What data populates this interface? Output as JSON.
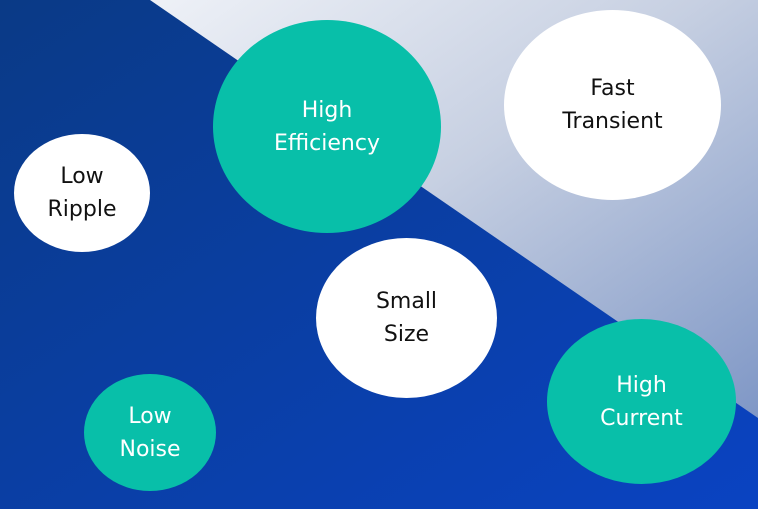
{
  "colors": {
    "dark_blue": "#0a3a86",
    "royal_blue": "#0a43c2",
    "light_gray": "#dde3ee",
    "slate_blue": "#8aa0c8",
    "teal": "#08bfa9",
    "white": "#ffffff"
  },
  "bubbles": {
    "high_efficiency": {
      "line1": "High",
      "line2": "Efficiency"
    },
    "fast_transient": {
      "line1": "Fast",
      "line2": "Transient"
    },
    "low_ripple": {
      "line1": "Low",
      "line2": "Ripple"
    },
    "small_size": {
      "line1": "Small",
      "line2": "Size"
    },
    "high_current": {
      "line1": "High",
      "line2": "Current"
    },
    "low_noise": {
      "line1": "Low",
      "line2": "Noise"
    }
  }
}
